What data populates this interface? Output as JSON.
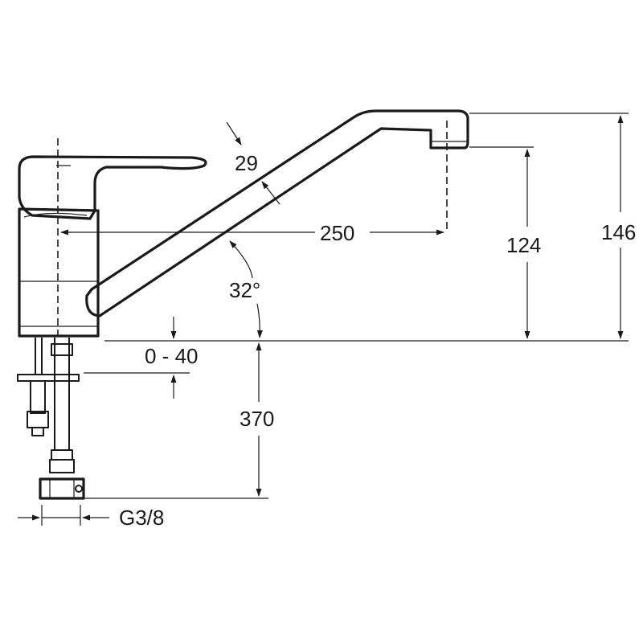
{
  "dimensions": {
    "handle_thickness": "29",
    "spout_reach": "250",
    "spout_angle": "32°",
    "outlet_height": "124",
    "total_height": "146",
    "counter_thickness_range": "0 - 40",
    "hose_length": "370",
    "connection_thread": "G3/8"
  },
  "colors": {
    "line": "#1a1a1a",
    "background": "#ffffff"
  }
}
